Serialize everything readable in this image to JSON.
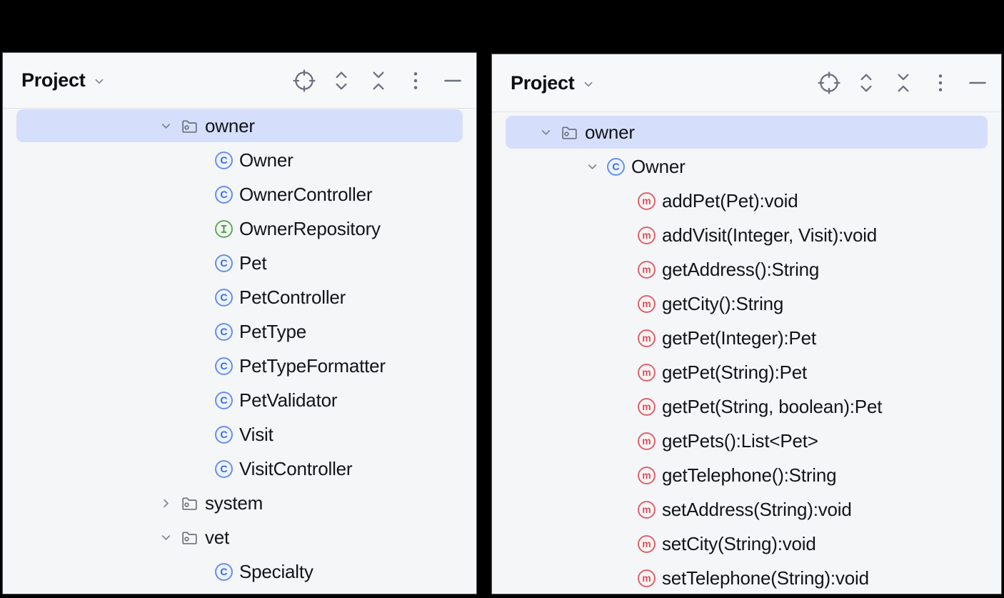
{
  "colors": {
    "selection_background": "#D5DFFC",
    "panel_background": "#F5F6F8",
    "header_background": "#F7F8FA",
    "class_icon_blue": "#5E8BF0",
    "class_letter_blue": "#3A68DE",
    "interface_icon_green": "#58A558",
    "method_icon_red": "#DB5C66",
    "toolbar_icon_gray": "#6C707E",
    "text_color": "#121418"
  },
  "icon_letters": {
    "class": "C",
    "interface": "I",
    "method": "m"
  },
  "panels": [
    {
      "title": "Project",
      "toolbar": [
        {
          "name": "select-opened-file",
          "icon": "locate-icon"
        },
        {
          "name": "expand-all",
          "icon": "expand-all-icon"
        },
        {
          "name": "collapse-all",
          "icon": "collapse-all-icon"
        },
        {
          "name": "more-actions",
          "icon": "kebab-icon"
        },
        {
          "name": "hide-tool-window",
          "icon": "minus-icon"
        }
      ],
      "rows": [
        {
          "label": "owner",
          "kind": "package",
          "chevron": "down",
          "indent": 216,
          "selected": true
        },
        {
          "label": "Owner",
          "kind": "class",
          "chevron": "none",
          "indent": 296
        },
        {
          "label": "OwnerController",
          "kind": "class",
          "chevron": "none",
          "indent": 296
        },
        {
          "label": "OwnerRepository",
          "kind": "interface",
          "chevron": "none",
          "indent": 296
        },
        {
          "label": "Pet",
          "kind": "class",
          "chevron": "none",
          "indent": 296
        },
        {
          "label": "PetController",
          "kind": "class",
          "chevron": "none",
          "indent": 296
        },
        {
          "label": "PetType",
          "kind": "class",
          "chevron": "none",
          "indent": 296
        },
        {
          "label": "PetTypeFormatter",
          "kind": "class",
          "chevron": "none",
          "indent": 296
        },
        {
          "label": "PetValidator",
          "kind": "class",
          "chevron": "none",
          "indent": 296
        },
        {
          "label": "Visit",
          "kind": "class",
          "chevron": "none",
          "indent": 296
        },
        {
          "label": "VisitController",
          "kind": "class",
          "chevron": "none",
          "indent": 296
        },
        {
          "label": "system",
          "kind": "package",
          "chevron": "right",
          "indent": 216
        },
        {
          "label": "vet",
          "kind": "package",
          "chevron": "down",
          "indent": 216
        },
        {
          "label": "Specialty",
          "kind": "class",
          "chevron": "none",
          "indent": 296
        }
      ]
    },
    {
      "title": "Project",
      "toolbar": [
        {
          "name": "select-opened-file",
          "icon": "locate-icon"
        },
        {
          "name": "expand-all",
          "icon": "expand-all-icon"
        },
        {
          "name": "collapse-all",
          "icon": "collapse-all-icon"
        },
        {
          "name": "more-actions",
          "icon": "kebab-icon"
        },
        {
          "name": "hide-tool-window",
          "icon": "minus-icon"
        }
      ],
      "rows": [
        {
          "label": "owner",
          "kind": "package",
          "chevron": "down",
          "indent": 63,
          "selected": true
        },
        {
          "label": "Owner",
          "kind": "class",
          "chevron": "down",
          "indent": 128
        },
        {
          "label": "addPet(Pet):void",
          "kind": "method",
          "chevron": "none",
          "indent": 203
        },
        {
          "label": "addVisit(Integer, Visit):void",
          "kind": "method",
          "chevron": "none",
          "indent": 203
        },
        {
          "label": "getAddress():String",
          "kind": "method",
          "chevron": "none",
          "indent": 203
        },
        {
          "label": "getCity():String",
          "kind": "method",
          "chevron": "none",
          "indent": 203
        },
        {
          "label": "getPet(Integer):Pet",
          "kind": "method",
          "chevron": "none",
          "indent": 203
        },
        {
          "label": "getPet(String):Pet",
          "kind": "method",
          "chevron": "none",
          "indent": 203
        },
        {
          "label": "getPet(String, boolean):Pet",
          "kind": "method",
          "chevron": "none",
          "indent": 203
        },
        {
          "label": "getPets():List<Pet>",
          "kind": "method",
          "chevron": "none",
          "indent": 203
        },
        {
          "label": "getTelephone():String",
          "kind": "method",
          "chevron": "none",
          "indent": 203
        },
        {
          "label": "setAddress(String):void",
          "kind": "method",
          "chevron": "none",
          "indent": 203
        },
        {
          "label": "setCity(String):void",
          "kind": "method",
          "chevron": "none",
          "indent": 203
        },
        {
          "label": "setTelephone(String):void",
          "kind": "method",
          "chevron": "none",
          "indent": 203
        }
      ]
    }
  ]
}
